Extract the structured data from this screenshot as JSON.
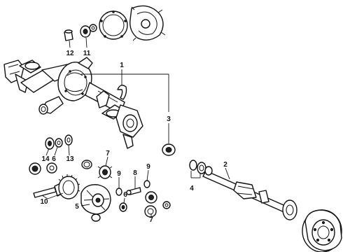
{
  "callouts": {
    "c1": "1",
    "c2": "2",
    "c3": "3",
    "c4": "4",
    "c5": "5",
    "c6a": "6",
    "c6b": "6",
    "c7a": "7",
    "c7b": "7",
    "c8": "8",
    "c9a": "9",
    "c9b": "9",
    "c10": "10",
    "c11": "11",
    "c12": "12",
    "c13": "13",
    "c14": "14"
  },
  "colors": {
    "line": "#111111",
    "background": "#ffffff"
  }
}
